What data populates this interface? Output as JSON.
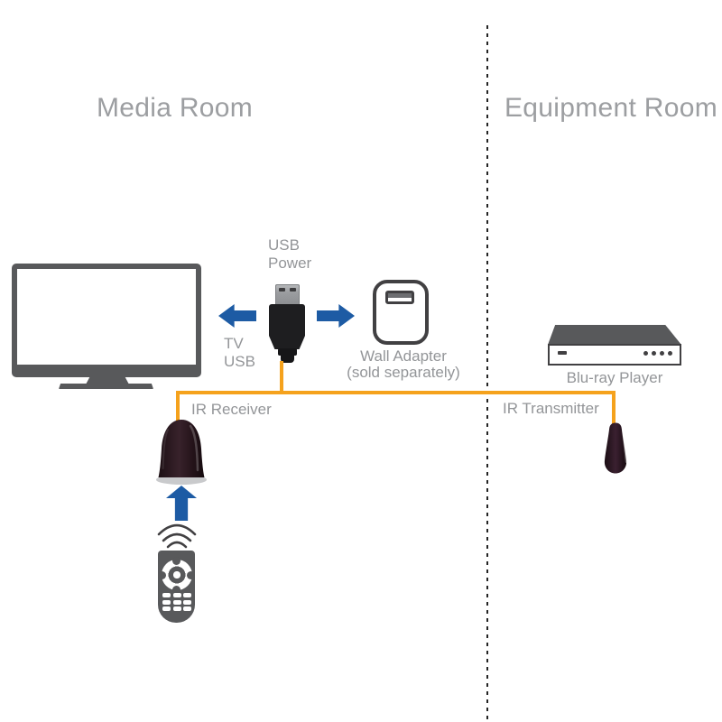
{
  "rooms": {
    "media": {
      "title": "Media Room"
    },
    "equipment": {
      "title": "Equipment Room"
    }
  },
  "labels": {
    "usb_power": "USB\nPower",
    "tv_usb": "TV\nUSB",
    "wall_adapter": "Wall Adapter",
    "wall_adapter_note": "(sold separately)",
    "bluray_player": "Blu-ray Player",
    "ir_receiver": "IR Receiver",
    "ir_transmitter": "IR Transmitter"
  },
  "icons": {
    "tv-icon": "flat-screen television shape",
    "usb-plug-icon": "black USB-A plug with metal tip",
    "wall-adapter-icon": "rounded-square wall charger with USB port",
    "bluray-player-icon": "slim set-top player box with four dots",
    "ir-receiver-icon": "dark dome/bullet IR receiver on base",
    "ir-transmitter-icon": "small dark teardrop IR emitter",
    "remote-icon": "gray remote control with d-pad and 3x3 buttons",
    "ir-waves-icon": "three signal arcs",
    "arrow-left-icon": "solid blue left arrow",
    "arrow-right-icon": "solid blue right arrow",
    "arrow-up-icon": "solid blue up arrow",
    "room-divider": "vertical dashed separator line"
  },
  "colors": {
    "wire_orange": "#F5A21D",
    "arrow_blue": "#1D5BA4",
    "device_gray": "#58595B",
    "outline_dark": "#414042",
    "label_gray": "#939598",
    "title_gray": "#9C9EA1"
  }
}
